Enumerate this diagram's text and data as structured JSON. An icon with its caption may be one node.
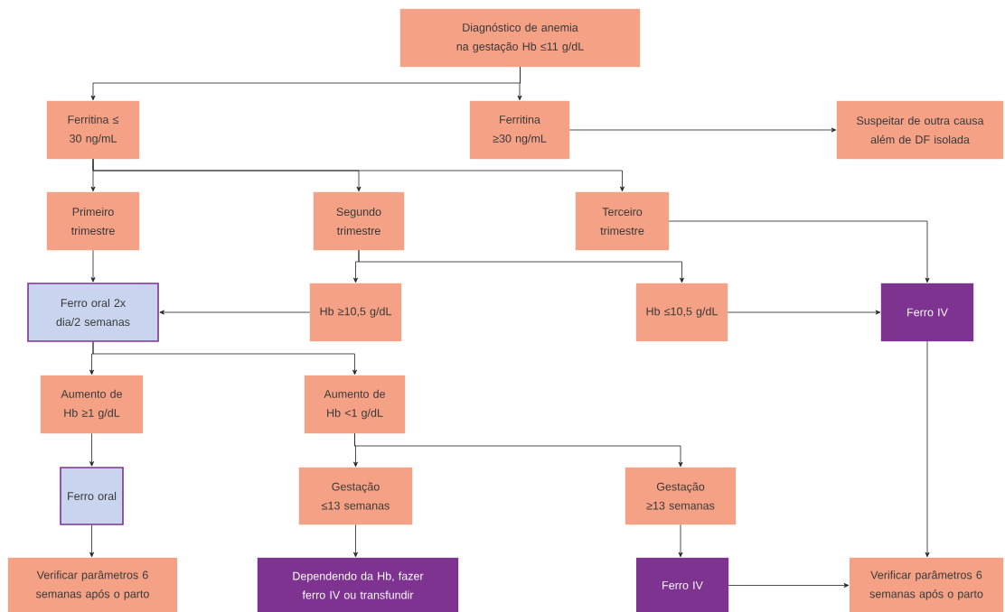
{
  "diagram": {
    "nodes": [
      {
        "text": [
          "Diagnóstico de anemia na gestação Hb ≤11 g/dL"
        ]
      },
      {
        "text": [
          "Ferritina ≤ 30 ng/mL"
        ]
      },
      {
        "text": [
          "Ferritina ≥30 ng/mL"
        ]
      },
      {
        "text": [
          "Suspeitar de outra causa além de DF isolada"
        ]
      },
      {
        "text": [
          "Primeiro trimestre"
        ]
      },
      {
        "text": [
          "Segundo trimestre"
        ]
      },
      {
        "text": [
          "Terceiro trimestre"
        ]
      },
      {
        "text": [
          "Ferro oral 2x dia/2 semanas"
        ]
      },
      {
        "text": [
          "Hb ≥10,5 g/dL"
        ]
      },
      {
        "text": [
          "Hb ≤10,5 g/dL"
        ]
      },
      {
        "text": [
          "Ferro IV"
        ]
      },
      {
        "text": [
          "Aumento de Hb ≥1 g/dL"
        ]
      },
      {
        "text": [
          "Aumento de Hb <1 g/dL"
        ]
      },
      {
        "text": [
          "Ferro oral"
        ]
      },
      {
        "text": [
          "Gestação ≤13 semanas"
        ]
      },
      {
        "text": [
          "Gestação ≥13 semanas"
        ]
      },
      {
        "text": [
          "Verificar parâmetros 6 semanas após o parto"
        ]
      },
      {
        "text": [
          "Dependendo da Hb, fazer ferro IV ou transfundir"
        ]
      },
      {
        "text": [
          "Ferro IV"
        ]
      },
      {
        "text": [
          "Verificar parâmetros 6 semanas após o parto"
        ]
      }
    ],
    "edges": [
      {
        "from": 0,
        "to": 1,
        "arrow": "to"
      },
      {
        "from": 0,
        "to": 2,
        "arrow": "to"
      },
      {
        "from": 2,
        "to": 3,
        "arrow": "to"
      },
      {
        "from": 1,
        "to": 4,
        "arrow": "to"
      },
      {
        "from": 1,
        "to": 5,
        "arrow": "to"
      },
      {
        "from": 1,
        "to": 6,
        "arrow": "to"
      },
      {
        "from": 4,
        "to": 7,
        "arrow": "to"
      },
      {
        "from": 5,
        "to": 8,
        "arrow": "to"
      },
      {
        "from": 5,
        "to": 9,
        "arrow": "to"
      },
      {
        "from": 8,
        "to": 7,
        "arrow": "to"
      },
      {
        "from": 9,
        "to": 10,
        "arrow": "to"
      },
      {
        "from": 6,
        "to": 10,
        "arrow": "to"
      },
      {
        "from": 7,
        "to": 11,
        "arrow": "to"
      },
      {
        "from": 7,
        "to": 12,
        "arrow": "to"
      },
      {
        "from": 11,
        "to": 13,
        "arrow": "to"
      },
      {
        "from": 13,
        "to": 16,
        "arrow": "to"
      },
      {
        "from": 12,
        "to": 14,
        "arrow": "to"
      },
      {
        "from": 12,
        "to": 15,
        "arrow": "to"
      },
      {
        "from": 14,
        "to": 17,
        "arrow": "to"
      },
      {
        "from": 15,
        "to": 18,
        "arrow": "to"
      },
      {
        "from": 18,
        "to": 19,
        "arrow": "to"
      },
      {
        "from": 10,
        "to": 19,
        "arrow": "to"
      }
    ]
  }
}
